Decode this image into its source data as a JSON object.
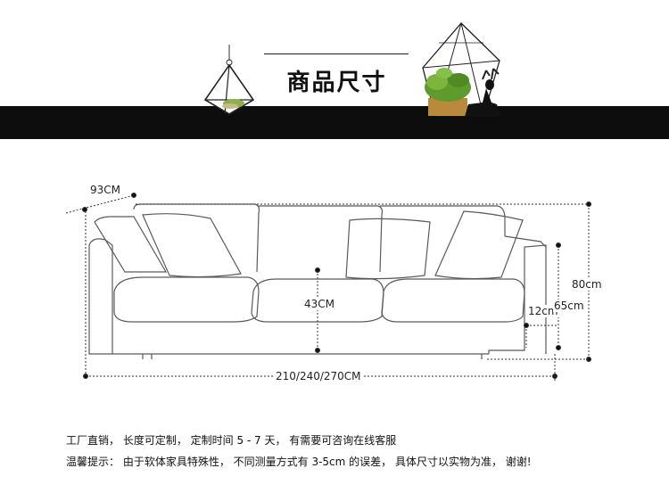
{
  "header": {
    "title": "商品尺寸"
  },
  "dimensions": {
    "depth": "93CM",
    "width": "210/240/270CM",
    "total_height": "80cm",
    "arm_height": "65cm",
    "leg_height": "12cm",
    "seat_height": "43CM"
  },
  "notes": {
    "line1": "工厂直销， 长度可定制， 定制时间 5 - 7 天， 有需要可咨询在线客服",
    "line2": "温馨提示： 由于软体家具特殊性， 不同测量方式有 3-5cm 的误差， 具体尺寸以实物为准， 谢谢!"
  },
  "icons": [
    "hanging-geometric-terrarium-icon",
    "glass-terrarium-with-plant-icon",
    "deer-figurine-icon"
  ],
  "colors": {
    "band": "#0d0d0d",
    "line_art": "#5a5a5a",
    "dimension_line": "#333333",
    "background": "#ffffff"
  }
}
